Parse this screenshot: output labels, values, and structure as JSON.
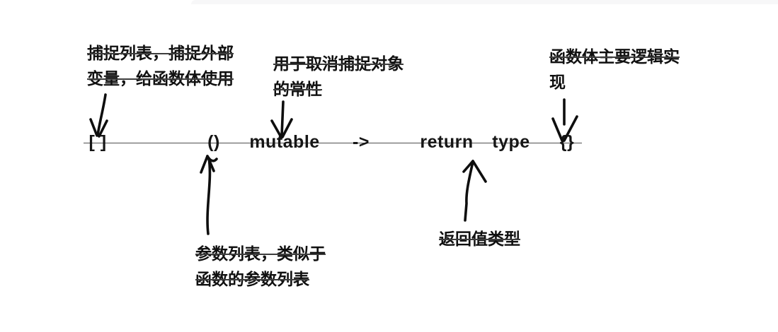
{
  "diagram": {
    "tokens": [
      {
        "name": "capture-list",
        "label": "[ ]"
      },
      {
        "name": "parameter-list",
        "label": "()"
      },
      {
        "name": "mutable-keyword",
        "label": "mutable"
      },
      {
        "name": "arrow-operator",
        "label": "->"
      },
      {
        "name": "return-word",
        "label": "return"
      },
      {
        "name": "type-word",
        "label": "type"
      },
      {
        "name": "function-body",
        "label": "{}"
      }
    ],
    "annotations": {
      "capture": {
        "line1": "捕捉列表，捕捉外部",
        "line2": "变量，给函数体使用"
      },
      "mutable": {
        "line1": "用于取消捕捉对象",
        "line2": "的常性"
      },
      "body": {
        "line1": "函数体主要逻辑实",
        "line2": "现"
      },
      "params": {
        "line1": "参数列表，类似于",
        "line2": "函数的参数列表"
      },
      "return": {
        "line1": "返回值类型"
      }
    },
    "colors": {
      "ink": "#101010",
      "syntax_line": "#4f4f4f",
      "background": "#ffffff",
      "top_edge": "#f7f7f8"
    }
  }
}
